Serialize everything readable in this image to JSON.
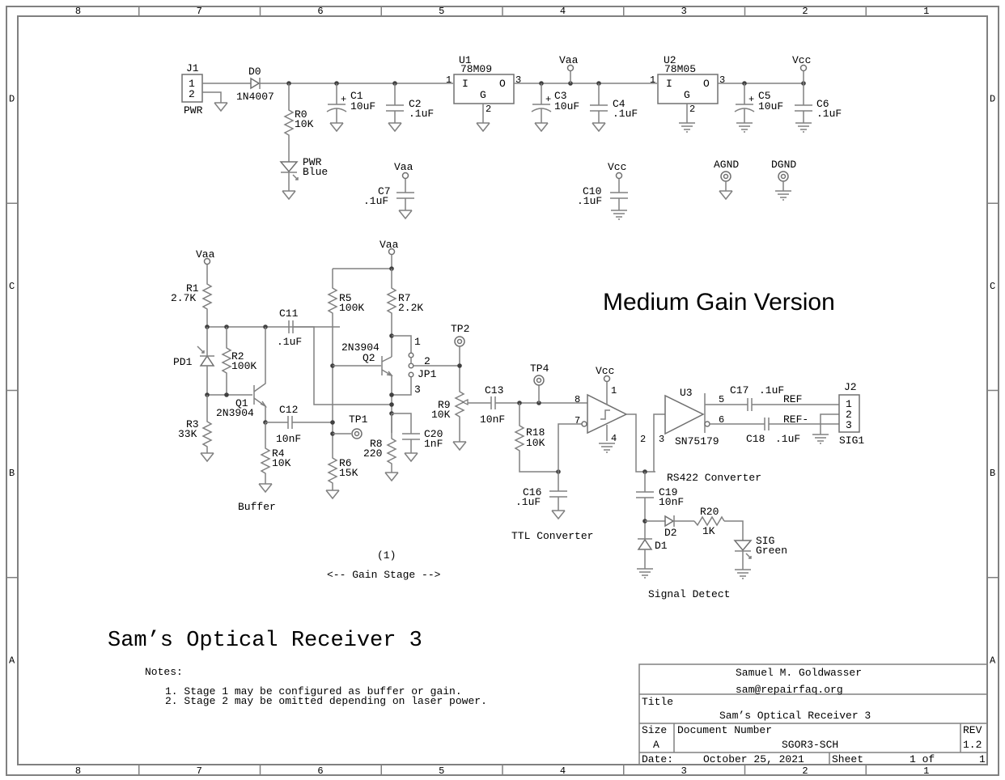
{
  "border": {
    "columns": [
      "8",
      "7",
      "6",
      "5",
      "4",
      "3",
      "2",
      "1"
    ],
    "rows": [
      "D",
      "C",
      "B",
      "A"
    ]
  },
  "power": {
    "j1": {
      "ref": "J1",
      "pins": [
        "1",
        "2"
      ],
      "label": "PWR"
    },
    "d0": {
      "ref": "D0",
      "value": "1N4007"
    },
    "r0": {
      "ref": "R0",
      "value": "10K"
    },
    "led_pwr": {
      "ref": "PWR",
      "value": "Blue"
    },
    "c1": {
      "ref": "C1",
      "value": "10uF"
    },
    "c2": {
      "ref": "C2",
      "value": ".1uF"
    },
    "u1": {
      "ref": "U1",
      "part": "78M09",
      "in": "I",
      "out": "O",
      "gnd": "G",
      "pin_in": "1",
      "pin_out": "3",
      "pin_gnd": "2"
    },
    "vaa_label": "Vaa",
    "c3": {
      "ref": "C3",
      "value": "10uF"
    },
    "c4": {
      "ref": "C4",
      "value": ".1uF"
    },
    "u2": {
      "ref": "U2",
      "part": "78M05",
      "in": "I",
      "out": "O",
      "gnd": "G",
      "pin_in": "1",
      "pin_out": "3",
      "pin_gnd": "2"
    },
    "vcc_label": "Vcc",
    "c5": {
      "ref": "C5",
      "value": "10uF"
    },
    "c6": {
      "ref": "C6",
      "value": ".1uF"
    },
    "c7": {
      "ref": "C7",
      "value": ".1uF",
      "rail": "Vaa"
    },
    "c10": {
      "ref": "C10",
      "value": ".1uF",
      "rail": "Vcc"
    },
    "agnd": "AGND",
    "dgnd": "DGND"
  },
  "buffer": {
    "vaa": "Vaa",
    "r1": {
      "ref": "R1",
      "value": "2.7K"
    },
    "pd1": {
      "ref": "PD1"
    },
    "r2": {
      "ref": "R2",
      "value": "100K"
    },
    "r3": {
      "ref": "R3",
      "value": "33K"
    },
    "q1": {
      "ref": "Q1",
      "part": "2N3904"
    },
    "r4": {
      "ref": "R4",
      "value": "10K"
    },
    "c11": {
      "ref": "C11",
      "value": ".1uF"
    },
    "c12": {
      "ref": "C12",
      "value": "10nF"
    },
    "label": "Buffer"
  },
  "gain": {
    "vaa": "Vaa",
    "r5": {
      "ref": "R5",
      "value": "100K"
    },
    "r6": {
      "ref": "R6",
      "value": "15K"
    },
    "r7": {
      "ref": "R7",
      "value": "2.2K"
    },
    "r8": {
      "ref": "R8",
      "value": "220"
    },
    "q2": {
      "ref": "Q2",
      "part": "2N3904"
    },
    "jp1": {
      "ref": "JP1",
      "pins": [
        "1",
        "2",
        "3"
      ]
    },
    "c20": {
      "ref": "C20",
      "value": "1nF"
    },
    "tp1": "TP1",
    "tp2": "TP2",
    "r9": {
      "ref": "R9",
      "value": "10K"
    },
    "note_ref": "(1)",
    "label": "<-- Gain Stage -->"
  },
  "ttl": {
    "c13": {
      "ref": "C13",
      "value": "10nF"
    },
    "tp4": "TP4",
    "r18": {
      "ref": "R18",
      "value": "10K"
    },
    "c16": {
      "ref": "C16",
      "value": ".1uF"
    },
    "vcc": "Vcc",
    "pins": {
      "in_plus": "8",
      "in_minus": "7",
      "vcc": "1",
      "gnd": "4",
      "out": "2"
    },
    "label": "TTL Converter"
  },
  "rs422": {
    "u3": {
      "ref": "U3",
      "part": "SN75179",
      "pin_in": "3",
      "pin_out": "5",
      "pin_outn": "6"
    },
    "c17": {
      "ref": "C17",
      "value": ".1uF"
    },
    "c18": {
      "ref": "C18",
      "value": ".1uF"
    },
    "ref": "REF",
    "refn": "REF-",
    "j2": {
      "ref": "J2",
      "pins": [
        "1",
        "2",
        "3"
      ],
      "label": "SIG1"
    },
    "label": "RS422 Converter"
  },
  "detect": {
    "c19": {
      "ref": "C19",
      "value": "10nF"
    },
    "d1": "D1",
    "d2": "D2",
    "r20": {
      "ref": "R20",
      "value": "1K"
    },
    "led_sig": {
      "ref": "SIG",
      "value": "Green"
    },
    "label": "Signal Detect"
  },
  "heading": "Medium Gain Version",
  "project_title": "Sam’s Optical Receiver 3",
  "notes": {
    "heading": "Notes:",
    "items": [
      "1. Stage 1 may be configured as buffer or gain.",
      "2. Stage 2 may be omitted depending on laser power."
    ]
  },
  "title_block": {
    "author": "Samuel M. Goldwasser",
    "email": "sam@repairfaq.org",
    "title_label": "Title",
    "title": "Sam’s Optical Receiver 3",
    "size_label": "Size",
    "size": "A",
    "docnum_label": "Document Number",
    "docnum": "SGOR3-SCH",
    "rev_label": "REV",
    "rev": "1.2",
    "date_label": "Date:",
    "date": "October 25, 2021",
    "sheet_label": "Sheet",
    "sheet": "1 of",
    "sheet_total": "1"
  }
}
